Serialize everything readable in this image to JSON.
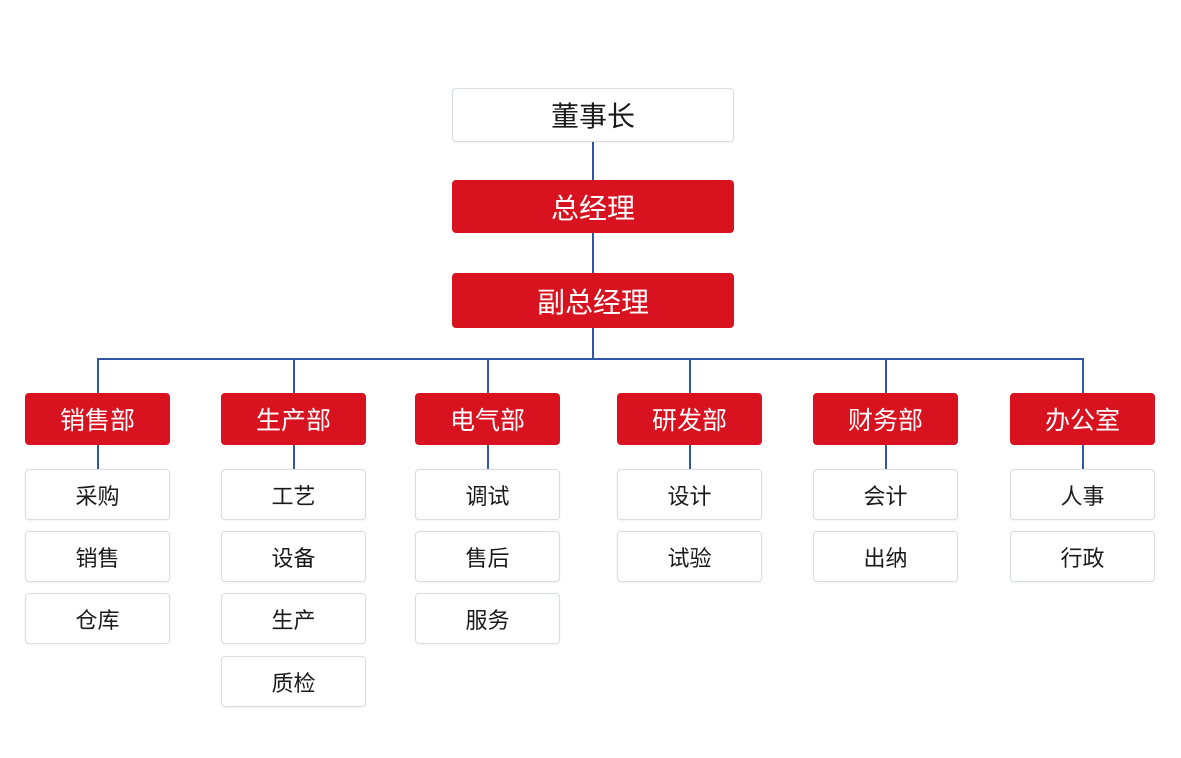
{
  "chairman": "董事长",
  "general_manager": "总经理",
  "deputy_general_manager": "副总经理",
  "departments": [
    {
      "name": "销售部",
      "subs": [
        "采购",
        "销售",
        "仓库"
      ]
    },
    {
      "name": "生产部",
      "subs": [
        "工艺",
        "设备",
        "生产",
        "质检"
      ]
    },
    {
      "name": "电气部",
      "subs": [
        "调试",
        "售后",
        "服务"
      ]
    },
    {
      "name": "研发部",
      "subs": [
        "设计",
        "试验"
      ]
    },
    {
      "name": "财务部",
      "subs": [
        "会计",
        "出纳"
      ]
    },
    {
      "name": "办公室",
      "subs": [
        "人事",
        "行政"
      ]
    }
  ],
  "colors": {
    "red": "#d9121f",
    "line": "#2f56a8",
    "border": "#d9dde3"
  }
}
